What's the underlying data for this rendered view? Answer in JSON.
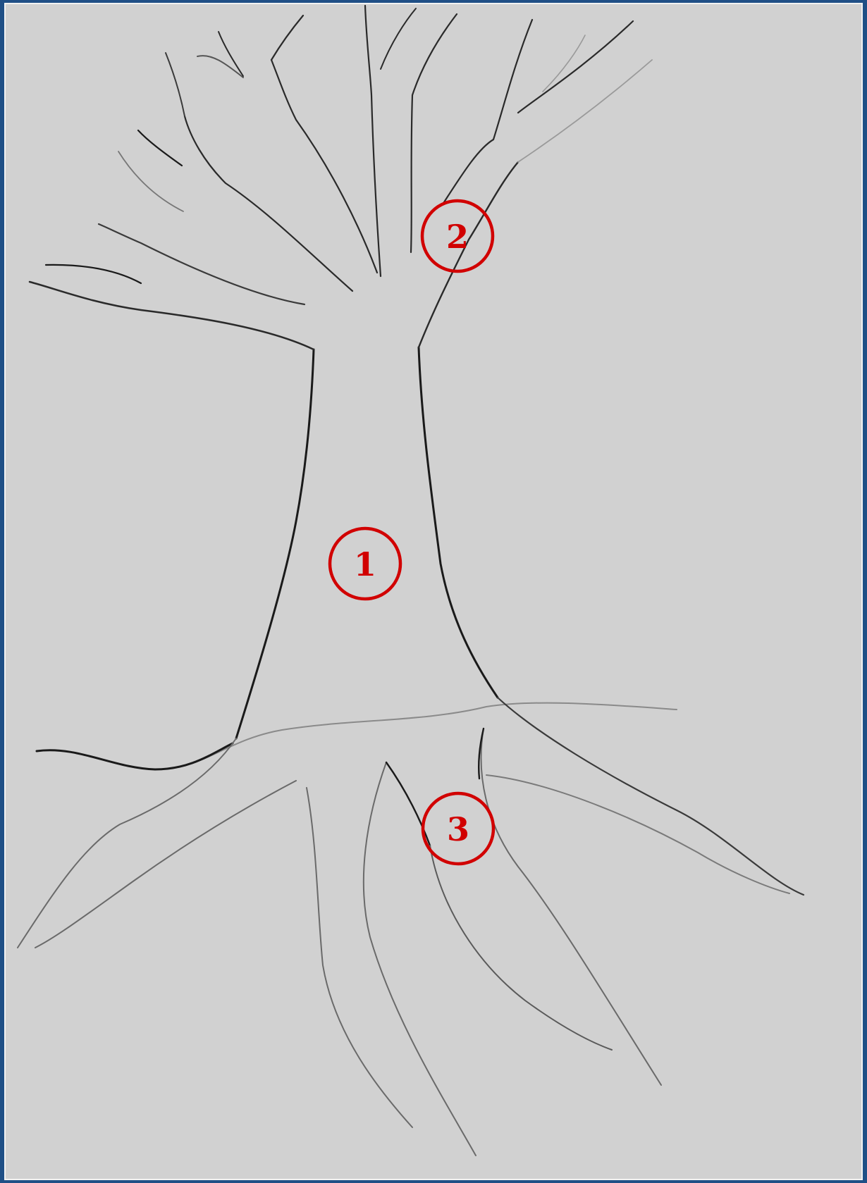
{
  "markers": [
    {
      "id": "1",
      "label": "1"
    },
    {
      "id": "2",
      "label": "2"
    },
    {
      "id": "3",
      "label": "3"
    }
  ],
  "colors": {
    "background": "#d1d1d1",
    "border": "#1f4f86",
    "pencil_dark": "#1a1a1a",
    "pencil_mid": "#555555",
    "pencil_light": "#8a8a8a",
    "marker": "#d10000"
  }
}
